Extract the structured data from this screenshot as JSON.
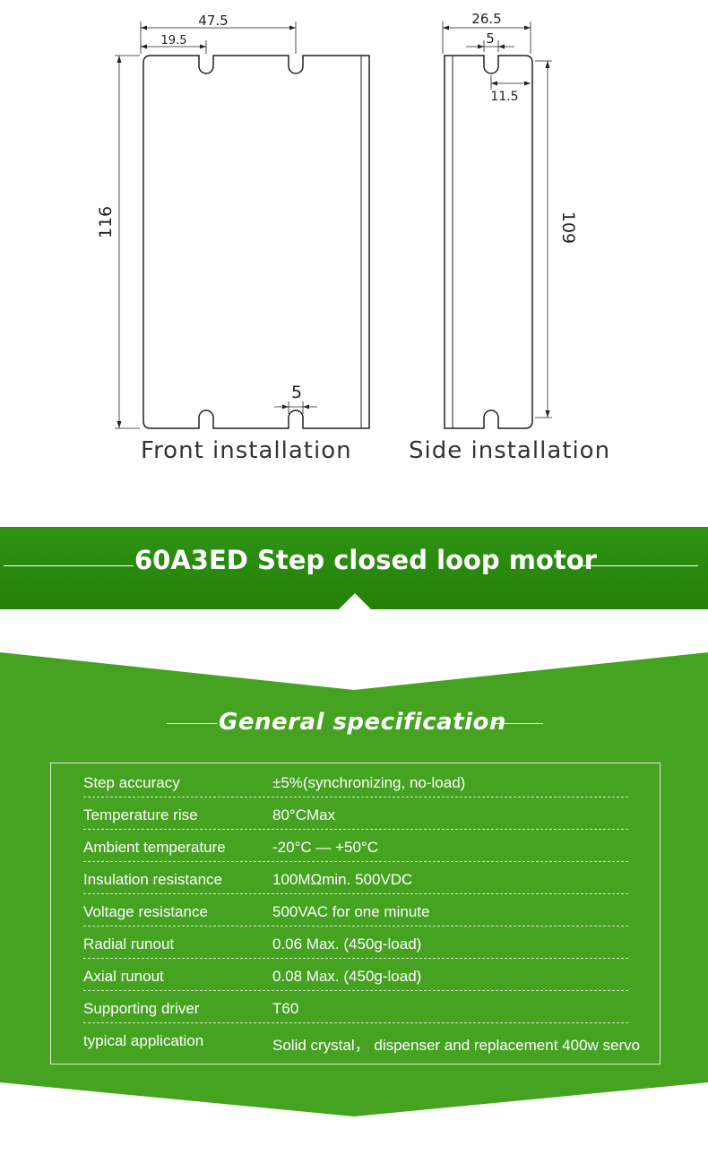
{
  "drawing": {
    "front": {
      "width": "47.5",
      "hole_spacing": "19.5",
      "height": "116",
      "slot_width": "5",
      "caption": "Front installation"
    },
    "side": {
      "width": "26.5",
      "slot_width": "5",
      "slot_offset": "11.5",
      "height": "109",
      "caption": "Side installation"
    }
  },
  "banner": {
    "title": "60A3ED Step closed loop motor"
  },
  "spec": {
    "title": "General specification",
    "rows": [
      {
        "label": "Step accuracy",
        "value": "±5%(synchronizing, no-load)"
      },
      {
        "label": "Temperature rise",
        "value": "80°CMax"
      },
      {
        "label": "Ambient temperature",
        "value": "-20°C — +50°C"
      },
      {
        "label": "Insulation resistance",
        "value": "100MΩmin. 500VDC"
      },
      {
        "label": "Voltage resistance",
        "value": "500VAC for one minute"
      },
      {
        "label": "Radial runout",
        "value": "0.06 Max. (450g-load)"
      },
      {
        "label": "Axial runout",
        "value": "0.08 Max. (450g-load)"
      },
      {
        "label": "Supporting driver",
        "value": "T60"
      },
      {
        "label": "typical application",
        "value": "Solid crystal， dispenser and replacement 400w servo"
      }
    ]
  },
  "colors": {
    "banner_green": "#228106",
    "spec_green": "#45a321",
    "text_white": "#ffffff"
  }
}
